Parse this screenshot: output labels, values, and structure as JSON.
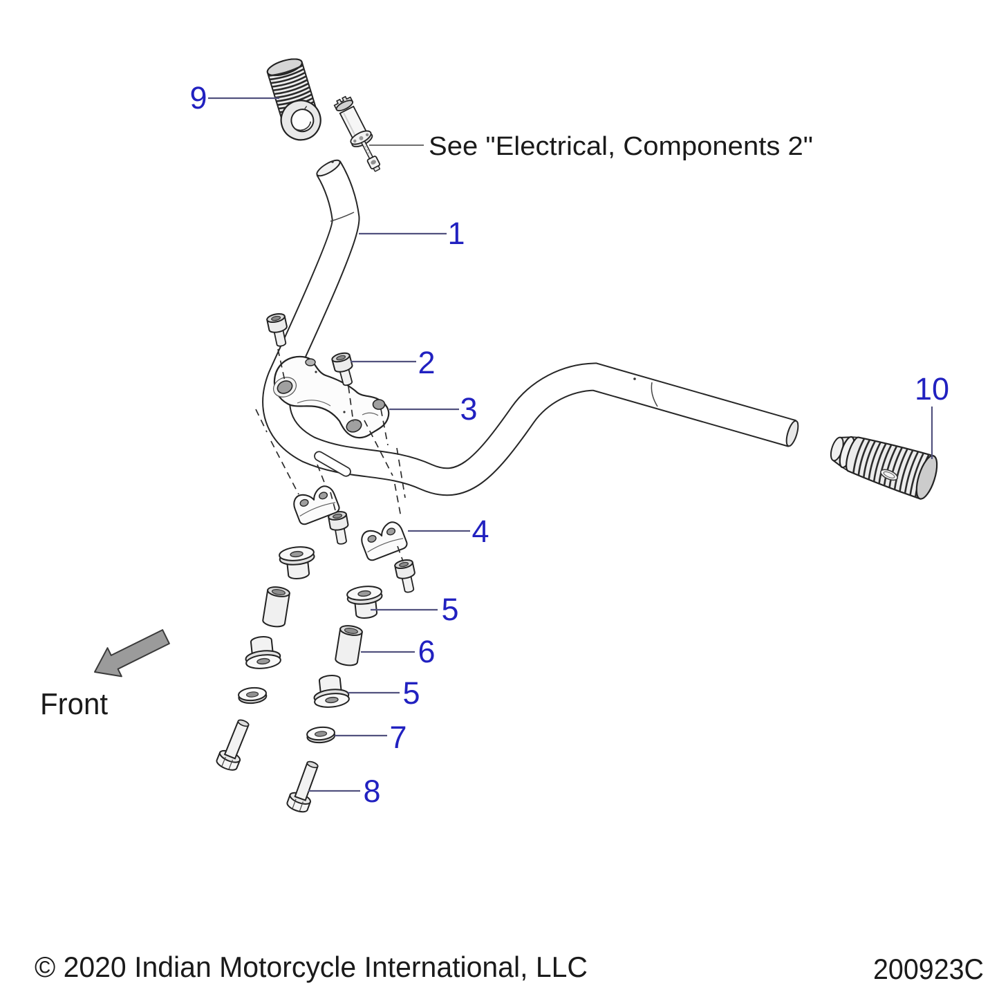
{
  "page": {
    "background": "#ffffff"
  },
  "diagram": {
    "electrical_note": "See \"Electrical, Components 2\"",
    "front_label": "Front",
    "callouts": [
      {
        "label": "9"
      },
      {
        "label": "1"
      },
      {
        "label": "2"
      },
      {
        "label": "3"
      },
      {
        "label": "4"
      },
      {
        "label": "5"
      },
      {
        "label": "6"
      },
      {
        "label": "5"
      },
      {
        "label": "7"
      },
      {
        "label": "8"
      },
      {
        "label": "10"
      }
    ],
    "colors": {
      "callout": "#2121c0",
      "callout_leader": "#51517e",
      "note_leader": "#5a5a5a",
      "line_art": "#262626",
      "front_arrow": "#9b9b9b"
    }
  },
  "footer": {
    "copyright": "© 2020 Indian Motorcycle International, LLC",
    "diagram_code": "200923C"
  }
}
